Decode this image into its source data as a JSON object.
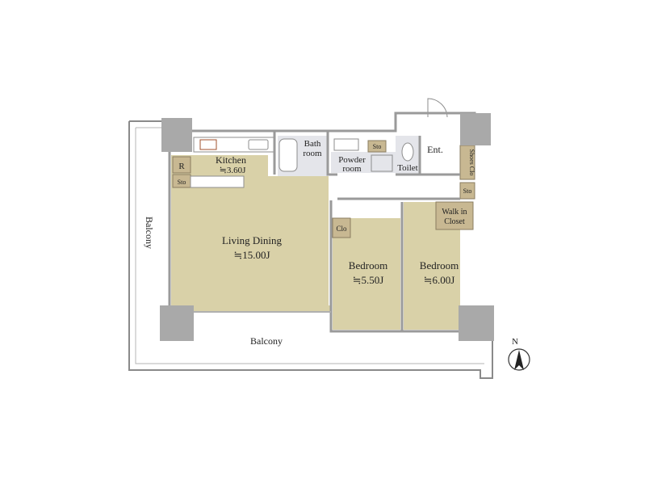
{
  "rooms": {
    "kitchen": {
      "name": "Kitchen",
      "size": "≒3.60J"
    },
    "living": {
      "name": "Living Dining",
      "size": "≒15.00J"
    },
    "bedroom1": {
      "name": "Bedroom",
      "size": "≒5.50J"
    },
    "bedroom2": {
      "name": "Bedroom",
      "size": "≒6.00J"
    },
    "bath": {
      "line1": "Bath",
      "line2": "room"
    },
    "powder": {
      "line1": "Powder",
      "line2": "room"
    },
    "toilet": "Toilet",
    "entrance": "Ent.",
    "walkin": {
      "line1": "Walk in",
      "line2": "Closet"
    }
  },
  "storage": {
    "fridge": "R",
    "sto_kitchen": "Sto",
    "sto_powder": "Sto",
    "sto_hall": "Sto",
    "clo": "Clo",
    "shoes": "Shoes Clo"
  },
  "balcony": {
    "south": "Balcony",
    "west": "Balcony"
  },
  "compass": {
    "label": "N"
  },
  "colors": {
    "floor_main": "#d9d1a8",
    "floor_wet": "#e4e5ea",
    "floor_hall": "#ffffff",
    "storage": "#c8b892",
    "wall": "#9a9a9a",
    "pillar": "#a9a9a9",
    "line": "#7d7d7d"
  }
}
